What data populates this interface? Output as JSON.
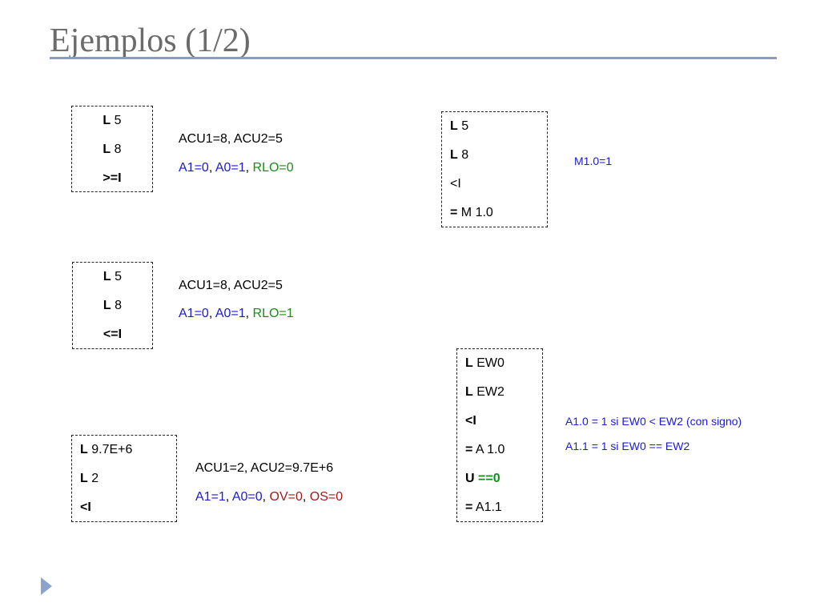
{
  "title": "Ejemplos (1/2)",
  "box1": {
    "l1_kw": "L",
    "l1_arg": "5",
    "l2_kw": "L",
    "l2_arg": "8",
    "l3_kw": ">=I"
  },
  "note1": {
    "line1": "ACU1=8, ACU2=5",
    "a1": "A1=0",
    "a0": "A0=1",
    "rlo": "RLO=0",
    "sep": ", "
  },
  "box2": {
    "l1_kw": "L",
    "l1_arg": "5",
    "l2_kw": "L",
    "l2_arg": "8",
    "l3_kw": "<=I"
  },
  "note2": {
    "line1": "ACU1=8, ACU2=5",
    "a1": "A1=0",
    "a0": "A0=1",
    "rlo": "RLO=1"
  },
  "box3": {
    "l1_kw": "L",
    "l1_arg": "9.7E+6",
    "l2_kw": "L",
    "l2_arg": "2",
    "l3_kw": "<I"
  },
  "note3": {
    "line1": "ACU1=2, ACU2=9.7E+6",
    "a1": "A1=1",
    "a0": "A0=0",
    "ov": "OV=0",
    "os": "OS=0"
  },
  "box4": {
    "l1_kw": "L",
    "l1_arg": "5",
    "l2_kw": "L",
    "l2_arg": "8",
    "l3_text": "<I",
    "l4_kw": "=",
    "l4_arg": "M 1.0"
  },
  "note4": {
    "line1": "M1.0=1"
  },
  "box5": {
    "l1_kw": "L",
    "l1_arg": "EW0",
    "l2_kw": "L",
    "l2_arg": "EW2",
    "l3_kw": "<I",
    "l4_kw": "=",
    "l4_arg": "A 1.0",
    "l5_kw": "U",
    "l5_arg": "==0",
    "l6_kw": "=",
    "l6_arg": "A1.1"
  },
  "note5": {
    "line1": "A1.0 = 1 si EW0 < EW2 (con signo)",
    "line2": "A1.1 = 1 si EW0 == EW2"
  },
  "colors": {
    "title": "#6b6b6b",
    "rule": "#8c9bb8",
    "blue": "#1b1bd1",
    "green": "#1a8a1a",
    "darkred": "#a41a1a",
    "arrow": "#8aa4cf"
  },
  "icons": {
    "next": "triangle-right-icon"
  }
}
